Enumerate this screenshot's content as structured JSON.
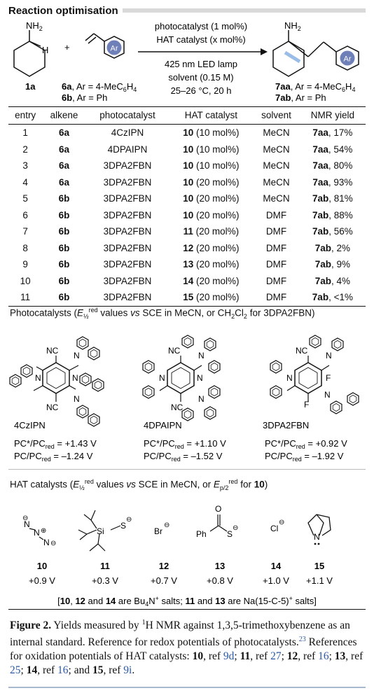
{
  "header": {
    "title": "Reaction optimisation"
  },
  "scheme": {
    "nh2_left": "NH",
    "nh2_sub": "2",
    "h_label": "H",
    "plus": "+",
    "ar": "Ar",
    "label_1a": "1a",
    "alk_6a": "6a",
    "alk_6a_rest": ", Ar = 4-MeC",
    "alk_6a_sub1": "6",
    "alk_6a_h": "H",
    "alk_6a_sub2": "4",
    "alk_6b": "6b",
    "alk_6b_rest": ", Ar = Ph",
    "cond_top1": "photocatalyst (1 mol%)",
    "cond_top2": "HAT catalyst (x mol%)",
    "cond_bot1": "425 nm LED lamp",
    "cond_bot2": "solvent (0.15 M)",
    "cond_bot3": "25–26 °C, 20 h",
    "nh2_right": "NH",
    "nh2_right_sub": "2",
    "prod_7aa": "7aa",
    "prod_7aa_rest": ", Ar = 4-MeC",
    "prod_7aa_sub1": "6",
    "prod_7aa_h": "H",
    "prod_7aa_sub2": "4",
    "prod_7ab": "7ab",
    "prod_7ab_rest": ", Ar = Ph"
  },
  "table": {
    "headers": [
      "entry",
      "alkene",
      "photocatalyst",
      "HAT catalyst",
      "solvent",
      "NMR yield"
    ],
    "rows": [
      {
        "entry": "1",
        "alkene": "6a",
        "pc": "4CzIPN",
        "hat": "10",
        "hat_rest": " (10 mol%)",
        "solvent": "MeCN",
        "prod": "7aa",
        "yield": ", 17%"
      },
      {
        "entry": "2",
        "alkene": "6a",
        "pc": "4DPAIPN",
        "hat": "10",
        "hat_rest": " (10 mol%)",
        "solvent": "MeCN",
        "prod": "7aa",
        "yield": ", 54%"
      },
      {
        "entry": "3",
        "alkene": "6a",
        "pc": "3DPA2FBN",
        "hat": "10",
        "hat_rest": " (10 mol%)",
        "solvent": "MeCN",
        "prod": "7aa",
        "yield": ", 80%"
      },
      {
        "entry": "4",
        "alkene": "6a",
        "pc": "3DPA2FBN",
        "hat": "10",
        "hat_rest": " (20 mol%)",
        "solvent": "MeCN",
        "prod": "7aa",
        "yield": ", 93%"
      },
      {
        "entry": "5",
        "alkene": "6b",
        "pc": "3DPA2FBN",
        "hat": "10",
        "hat_rest": " (20 mol%)",
        "solvent": "MeCN",
        "prod": "7ab",
        "yield": ", 81%"
      },
      {
        "entry": "6",
        "alkene": "6b",
        "pc": "3DPA2FBN",
        "hat": "10",
        "hat_rest": " (20 mol%)",
        "solvent": "DMF",
        "prod": "7ab",
        "yield": ", 88%"
      },
      {
        "entry": "7",
        "alkene": "6b",
        "pc": "3DPA2FBN",
        "hat": "11",
        "hat_rest": " (20 mol%)",
        "solvent": "DMF",
        "prod": "7ab",
        "yield": ", 56%"
      },
      {
        "entry": "8",
        "alkene": "6b",
        "pc": "3DPA2FBN",
        "hat": "12",
        "hat_rest": " (20 mol%)",
        "solvent": "DMF",
        "prod": "7ab",
        "yield": ", 2%"
      },
      {
        "entry": "9",
        "alkene": "6b",
        "pc": "3DPA2FBN",
        "hat": "13",
        "hat_rest": " (20 mol%)",
        "solvent": "DMF",
        "prod": "7ab",
        "yield": ", 9%"
      },
      {
        "entry": "10",
        "alkene": "6b",
        "pc": "3DPA2FBN",
        "hat": "14",
        "hat_rest": " (20 mol%)",
        "solvent": "DMF",
        "prod": "7ab",
        "yield": ", 4%"
      },
      {
        "entry": "11",
        "alkene": "6b",
        "pc": "3DPA2FBN",
        "hat": "15",
        "hat_rest": " (20 mol%)",
        "solvent": "DMF",
        "prod": "7ab",
        "yield": ", <1%"
      }
    ]
  },
  "photocatalysts": {
    "title_a": "Photocatalysts (",
    "e_sym": "E",
    "e_sub": "½",
    "e_sup": "red",
    "title_b": " values ",
    "vs": "vs",
    "title_c": " SCE in MeCN, or CH",
    "ch_sub1": "2",
    "cl": "Cl",
    "ch_sub2": "2",
    "title_d": " for 3DPA2FBN)",
    "cn": "NC",
    "n": "N",
    "f": "F",
    "items": [
      {
        "name": "4CzIPN",
        "pc1": "PC*/PC",
        "pc1_sub": "red",
        "pc1_val": " = +1.43 V",
        "pc2": "PC/PC",
        "pc2_sub": "red",
        "pc2_val": " = –1.24 V"
      },
      {
        "name": "4DPAIPN",
        "pc1": "PC*/PC",
        "pc1_sub": "red",
        "pc1_val": " = +1.10 V",
        "pc2": "PC/PC",
        "pc2_sub": "red",
        "pc2_val": " = –1.52 V"
      },
      {
        "name": "3DPA2FBN",
        "pc1": "PC*/PC",
        "pc1_sub": "red",
        "pc1_val": " = +0.92 V",
        "pc2": "PC/PC",
        "pc2_sub": "red",
        "pc2_val": " = –1.92 V"
      }
    ]
  },
  "hat": {
    "title_a": "HAT catalysts (",
    "e_sym": "E",
    "e_sub": "½",
    "e_sup": "red",
    "title_b": " values ",
    "vs": "vs",
    "title_c": " SCE in MeCN, or ",
    "ep": "E",
    "ep_sub": "p/2",
    "ep_sup": "red",
    "title_d": " for ",
    "ten": "10",
    "title_e": ")",
    "n_label": "N",
    "si": "Si",
    "s": "S",
    "br": "Br",
    "ph": "Ph",
    "o": "O",
    "cl": "Cl",
    "minus": "⊖",
    "plus": "⊕",
    "items": [
      {
        "id": "10",
        "pot": "+0.9 V"
      },
      {
        "id": "11",
        "pot": "+0.3 V"
      },
      {
        "id": "12",
        "pot": "+0.7 V"
      },
      {
        "id": "13",
        "pot": "+0.8 V"
      },
      {
        "id": "14",
        "pot": "+1.0 V"
      },
      {
        "id": "15",
        "pot": "+1.1 V"
      }
    ],
    "note_a": "[",
    "note_b": "10",
    "note_c": ", ",
    "note_d": "12",
    "note_e": " and ",
    "note_f": "14",
    "note_g": " are Bu",
    "note_sub": "4",
    "note_h": "N",
    "note_sup": "+",
    "note_i": " salts; ",
    "note_j": "11",
    "note_k": " and ",
    "note_l": "13",
    "note_m": " are Na(15-C-5)",
    "note_sup2": "+",
    "note_n": " salts]"
  },
  "caption": {
    "fig": "Figure 2.",
    "t1": " Yields measured by ",
    "sup1": "1",
    "t2": "H NMR against 1,3,5-trimethoxybenzene as an internal standard. Reference for redox potentials of photocatalysts.",
    "ref23": "23",
    "t3": " References for oxidation potentials of HAT catalysts: ",
    "r10": "10",
    "t4": ", ref ",
    "l10": "9d",
    "t5": "; ",
    "r11": "11",
    "t6": ", ref ",
    "l11": "27",
    "t7": "; ",
    "r12": "12",
    "t8": ", ref ",
    "l12": "16",
    "t9": "; ",
    "r13": "13",
    "t10": ", ref ",
    "l13": "25",
    "t11": "; ",
    "r14": "14",
    "t12": ", ref ",
    "l14": "16",
    "t13": "; and ",
    "r15": "15",
    "t14": ", ref ",
    "l15": "9i",
    "t15": "."
  }
}
